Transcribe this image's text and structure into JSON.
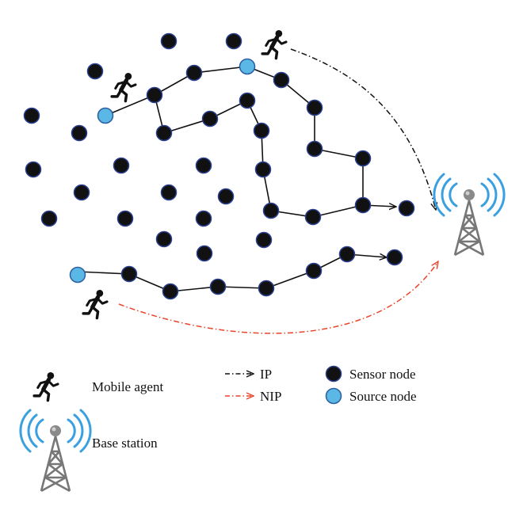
{
  "colors": {
    "sensor_fill": "#111111",
    "sensor_stroke": "#2a3f8f",
    "source_fill": "#5bb8e6",
    "source_stroke": "#2a5f9f",
    "ip_arrow": "#111111",
    "nip_arrow": "#e8452a",
    "tower_gray": "#777777",
    "signal_blue": "#3aa0e0"
  },
  "icons": {
    "agent": "running-person-icon",
    "tower": "base-station-tower-icon"
  },
  "legend": {
    "mobile_agent": "Mobile agent",
    "base_station": "Base station",
    "ip": "IP",
    "nip": "NIP",
    "sensor_node": "Sensor node",
    "source_node": "Source node"
  }
}
